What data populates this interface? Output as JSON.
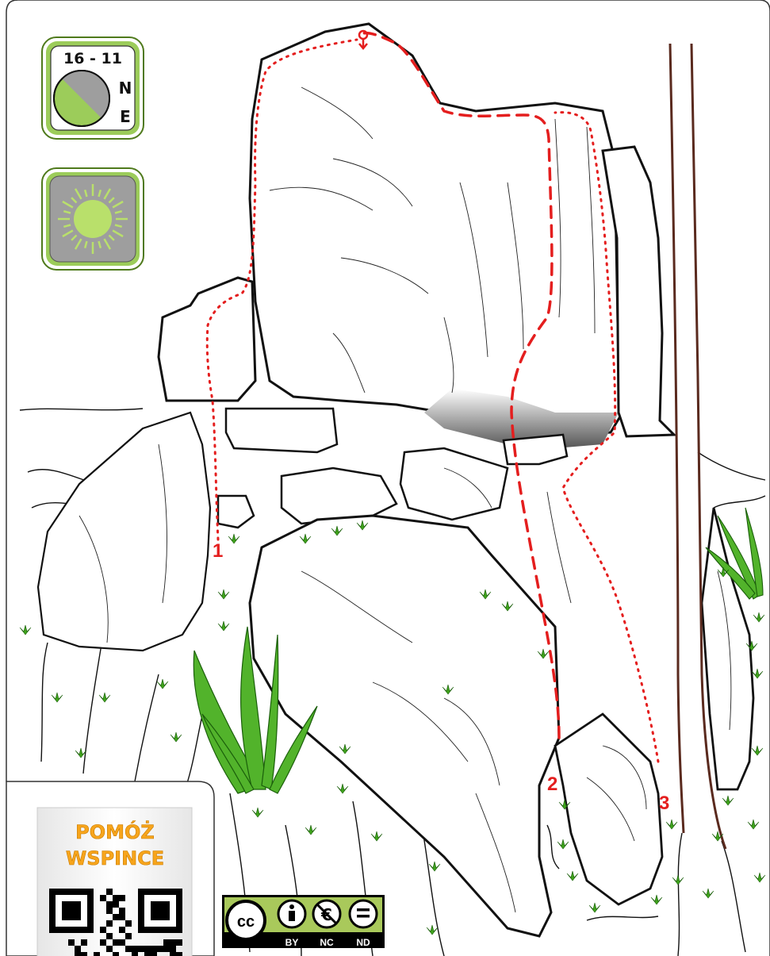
{
  "orientation_badge": {
    "hours": "16 - 11",
    "directions": [
      "N",
      "E"
    ],
    "icon": "compass-clock-icon",
    "colors": {
      "green": "#9ccc5a",
      "gray": "#9e9e9e",
      "frame": "#4f7a1c"
    }
  },
  "exposure_badge": {
    "icon": "sun-icon",
    "colors": {
      "sun": "#b9e06b",
      "bg": "#9e9e9e"
    }
  },
  "routes": [
    {
      "number": "1",
      "style": "dotted"
    },
    {
      "number": "2",
      "style": "dashed"
    },
    {
      "number": "3",
      "style": "dotted"
    }
  ],
  "route_color": "#e41e1e",
  "qr_panel": {
    "line1": "POMÓŻ",
    "line2": "WSPINCE",
    "color": "#f7a51c"
  },
  "license": {
    "cc": "cc",
    "labels": [
      "BY",
      "NC",
      "ND"
    ],
    "green": "#a9c95b"
  }
}
